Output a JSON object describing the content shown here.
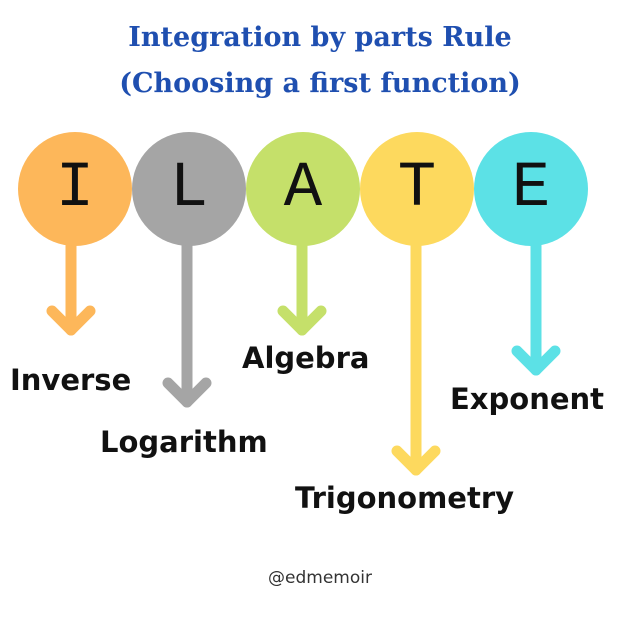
{
  "title": {
    "line1": "Integration by parts Rule",
    "line2": "(Choosing a first function)"
  },
  "items": [
    {
      "letter": "I",
      "term": "Inverse",
      "color": "#fdb75a"
    },
    {
      "letter": "L",
      "term": "Logarithm",
      "color": "#a5a5a5"
    },
    {
      "letter": "A",
      "term": "Algebra",
      "color": "#c5e06a"
    },
    {
      "letter": "T",
      "term": "Trigonometry",
      "color": "#fdd95e"
    },
    {
      "letter": "E",
      "term": "Exponent",
      "color": "#5ce1e6"
    }
  ],
  "credit": "@edmemoir"
}
